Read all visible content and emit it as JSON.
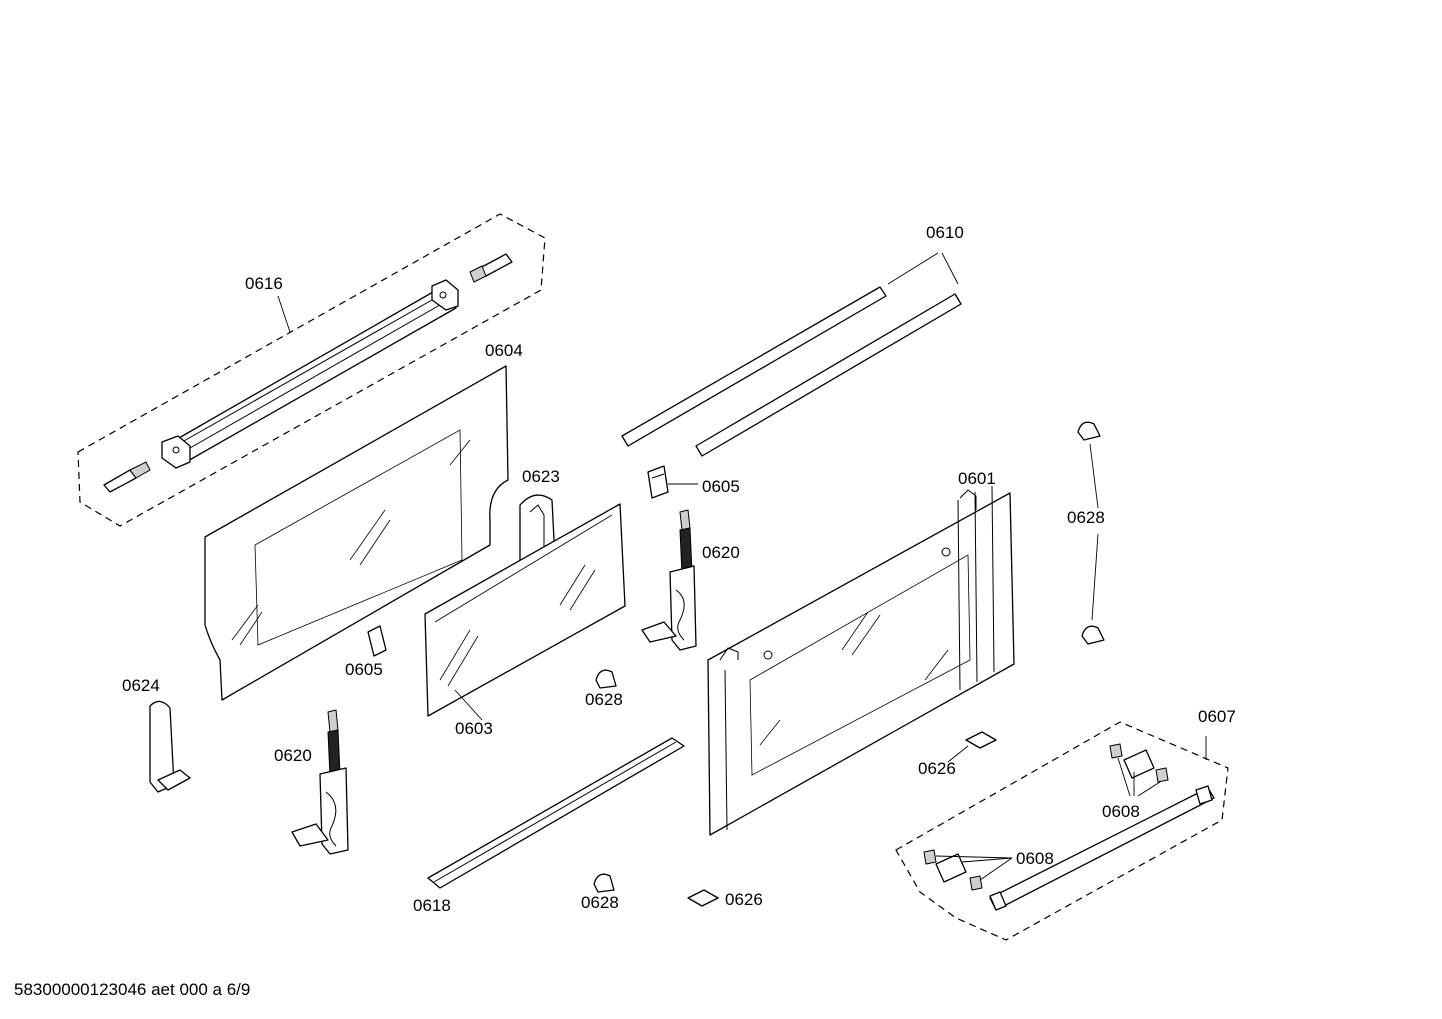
{
  "diagram": {
    "labels": {
      "p0616": "0616",
      "p0604": "0604",
      "p0623": "0623",
      "p0610": "0610",
      "p0605_top": "0605",
      "p0620_right": "0620",
      "p0601": "0601",
      "p0628_right": "0628",
      "p0605_mid": "0605",
      "p0624": "0624",
      "p0603": "0603",
      "p0628_mid": "0628",
      "p0620_left": "0620",
      "p0607": "0607",
      "p0626_right": "0626",
      "p0608_right": "0608",
      "p0608_left": "0608",
      "p0618": "0618",
      "p0628_bottom": "0628",
      "p0626_bottom": "0626"
    },
    "footer": "58300000123046 aet 000 a 6/9"
  }
}
